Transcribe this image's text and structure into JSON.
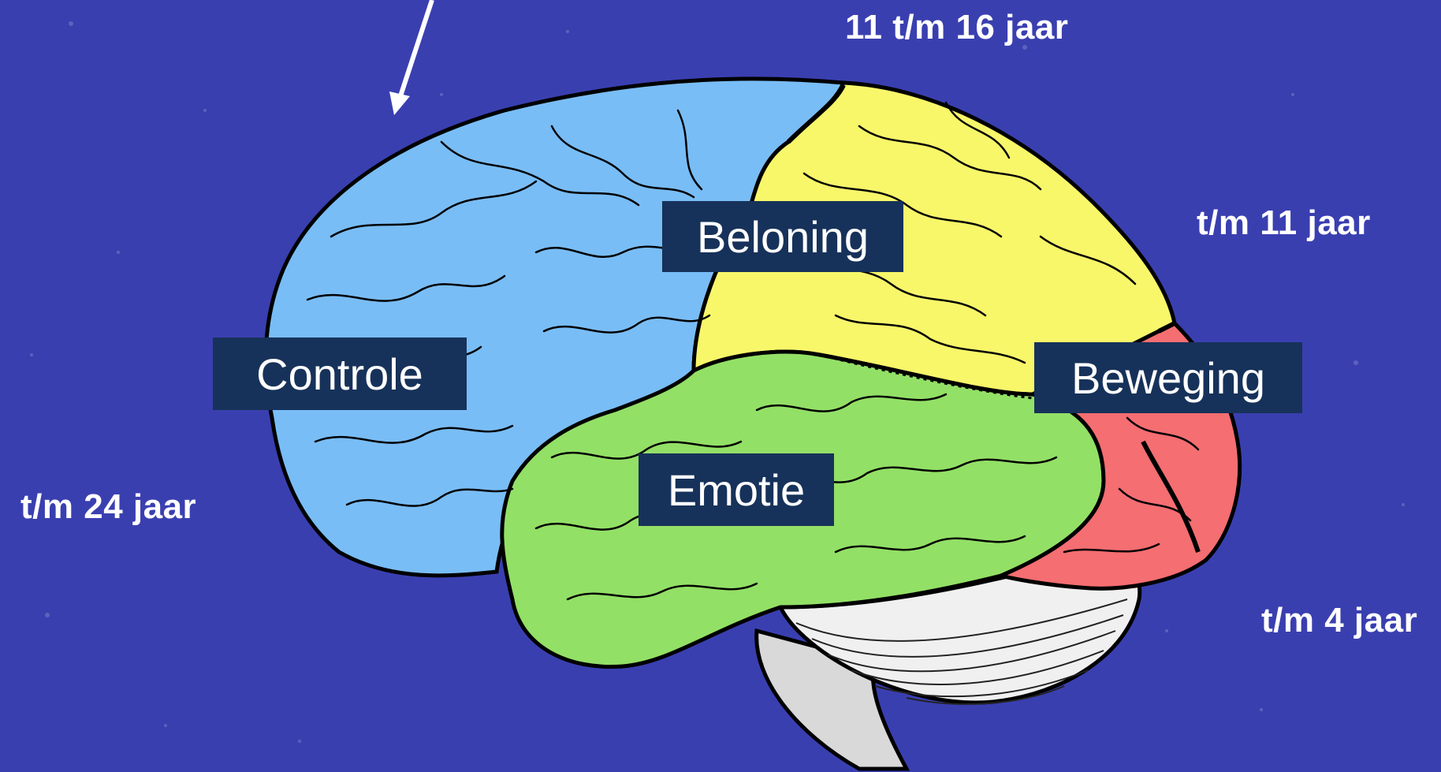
{
  "colors": {
    "background": "#3a3fb0",
    "label_box": "#17325a",
    "frontal_lobe": "#79bdf6",
    "parietal_lobe": "#f8f76a",
    "temporal_lobe": "#93e066",
    "occipital_lobe": "#f46e72",
    "cerebellum": "#f0f0f0"
  },
  "regions": {
    "controle": "Controle",
    "beloning": "Beloning",
    "emotie": "Emotie",
    "beweging": "Beweging"
  },
  "ages": {
    "top": "11 t/m 16 jaar",
    "right_upper": "t/m 11 jaar",
    "left": "t/m 24 jaar",
    "right_lower": "t/m 4 jaar"
  },
  "icons": {
    "arrow": "arrow-down-left-icon"
  }
}
